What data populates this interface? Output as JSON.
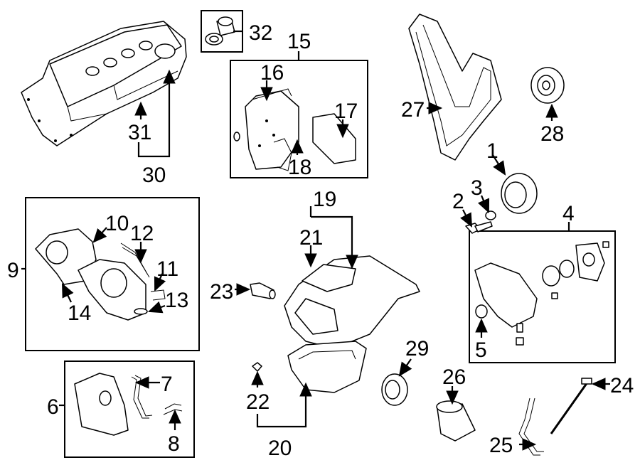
{
  "callouts": {
    "c1": "1",
    "c2": "2",
    "c3": "3",
    "c4": "4",
    "c5": "5",
    "c6": "6",
    "c7": "7",
    "c8": "8",
    "c9": "9",
    "c10": "10",
    "c11": "11",
    "c12": "12",
    "c13": "13",
    "c14": "14",
    "c15": "15",
    "c16": "16",
    "c17": "17",
    "c18": "18",
    "c19": "19",
    "c20": "20",
    "c21": "21",
    "c22": "22",
    "c23": "23",
    "c24": "24",
    "c25": "25",
    "c26": "26",
    "c27": "27",
    "c28": "28",
    "c29": "29",
    "c30": "30",
    "c31": "31",
    "c32": "32"
  }
}
